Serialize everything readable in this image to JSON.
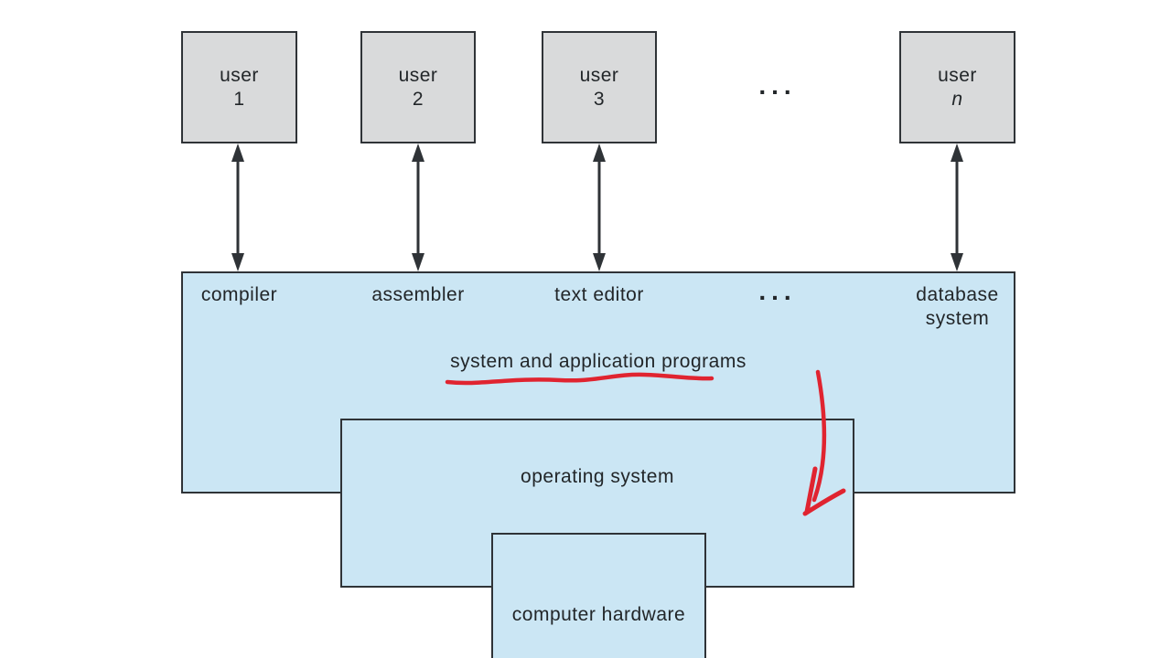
{
  "colors": {
    "box_blue": "#cbe6f4",
    "box_gray": "#d9dadb",
    "border_dark": "#2f3337",
    "text_dark": "#222629",
    "red_mark": "#e02430"
  },
  "users": [
    {
      "name": "user",
      "number": "1"
    },
    {
      "name": "user",
      "number": "2"
    },
    {
      "name": "user",
      "number": "3"
    },
    {
      "name": "user",
      "number": "n"
    }
  ],
  "top_ellipsis": "...",
  "program_layer": {
    "compiler": "compiler",
    "assembler": "assembler",
    "text_editor": "text editor",
    "ellipsis": "...",
    "database_system": "database\nsystem",
    "caption": "system and application programs"
  },
  "os_layer": {
    "label": "operating system"
  },
  "hardware_layer": {
    "label": "computer hardware"
  }
}
